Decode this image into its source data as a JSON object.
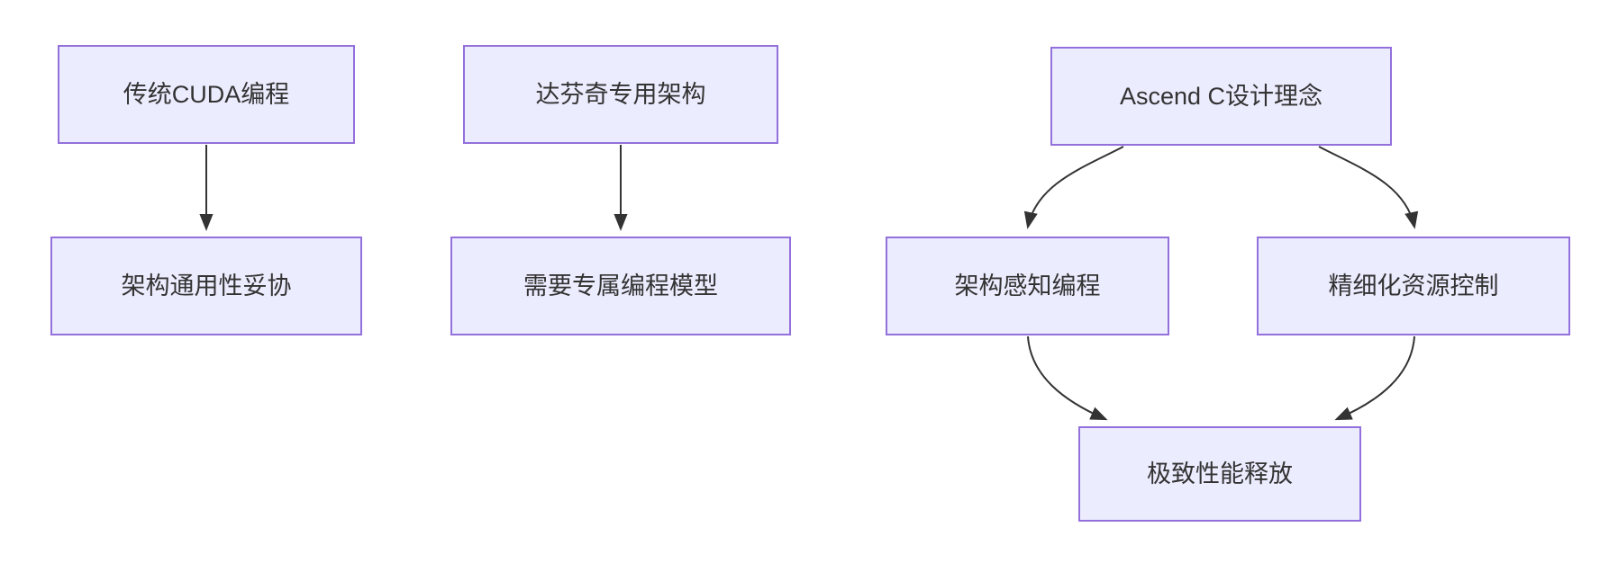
{
  "diagram": {
    "type": "flowchart",
    "background": "#ffffff",
    "colors": {
      "node_fill": "#ECECFF",
      "node_border": "#9370DB",
      "edge": "#333333",
      "text": "#333333"
    },
    "nodes": [
      {
        "id": "A",
        "label": "传统CUDA编程"
      },
      {
        "id": "B",
        "label": "架构通用性妥协"
      },
      {
        "id": "C",
        "label": "达芬奇专用架构"
      },
      {
        "id": "D",
        "label": "需要专属编程模型"
      },
      {
        "id": "E",
        "label": "Ascend C设计理念"
      },
      {
        "id": "F",
        "label": "架构感知编程"
      },
      {
        "id": "G",
        "label": "精细化资源控制"
      },
      {
        "id": "H",
        "label": "极致性能释放"
      }
    ],
    "edges": [
      {
        "from": "传统CUDA编程",
        "to": "架构通用性妥协"
      },
      {
        "from": "达芬奇专用架构",
        "to": "需要专属编程模型"
      },
      {
        "from": "Ascend C设计理念",
        "to": "架构感知编程"
      },
      {
        "from": "Ascend C设计理念",
        "to": "精细化资源控制"
      },
      {
        "from": "架构感知编程",
        "to": "极致性能释放"
      },
      {
        "from": "精细化资源控制",
        "to": "极致性能释放"
      }
    ]
  }
}
